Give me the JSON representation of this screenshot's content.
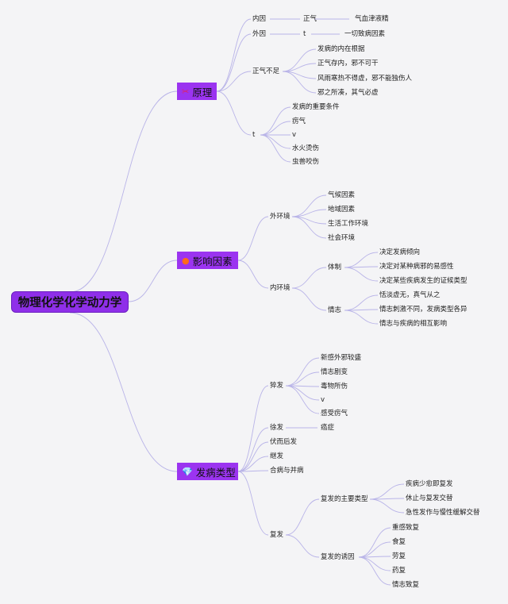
{
  "root": "物理化学化学动力学",
  "branches": {
    "b1": {
      "label": "原理",
      "icon": "✂"
    },
    "b2": {
      "label": "影响因素",
      "icon": "●"
    },
    "b3": {
      "label": "发病类型",
      "icon": "💎"
    }
  },
  "nodes": {
    "n1": "内因",
    "n2": "正气",
    "n3": "气血津液精",
    "n4": "外因",
    "n5": "t",
    "n6": "一切致病因素",
    "n7": "正气不足",
    "n8": "发病的内在根据",
    "n9": "正气存内，邪不可干",
    "n10": "风雨寒热不得虚，邪不能独伤人",
    "n11": "邪之所凑，其气必虚",
    "n12": "t",
    "n13": "发病的重要条件",
    "n14": "疠气",
    "n15": "v",
    "n16": "水火烫伤",
    "n17": "虫兽咬伤",
    "n18": "外环境",
    "n19": "气候因素",
    "n20": "地域因素",
    "n21": "生活工作环境",
    "n22": "社会环境",
    "n23": "内环境",
    "n24": "体制",
    "n25": "决定发病倾向",
    "n26": "决定对某种病邪的易感性",
    "n27": "决定某些疾病发生的证候类型",
    "n28": "情志",
    "n29": "恬淡虚无，真气从之",
    "n30": "情志刺激不同，发病类型各异",
    "n31": "情志与疾病的相互影响",
    "n32": "猝发",
    "n33": "新感外邪较盛",
    "n34": "情志剧变",
    "n35": "毒物所伤",
    "n36": "v",
    "n37": "感受疠气",
    "n38": "徐发",
    "n39": "癌症",
    "n40": "伏而后发",
    "n41": "继发",
    "n42": "合病与并病",
    "n43": "复发",
    "n44": "复发的主要类型",
    "n45": "疾病少愈即复发",
    "n46": "休止与复发交替",
    "n47": "急性发作与慢性缓解交替",
    "n48": "复发的诱因",
    "n49": "重感致复",
    "n50": "食复",
    "n51": "劳复",
    "n52": "药复",
    "n53": "情志致复"
  },
  "colors": {
    "root": "#8f2fe9",
    "branch": "#9b34f0",
    "line": "#b9b4e8",
    "background": "#f4f4f6"
  }
}
